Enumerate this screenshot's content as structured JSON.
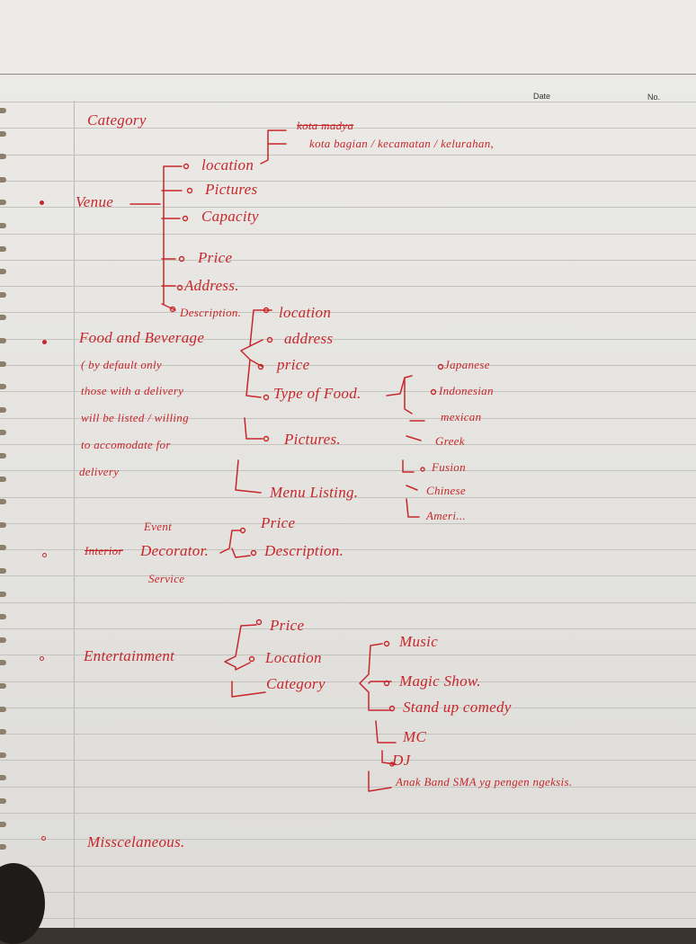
{
  "header": {
    "date_label": "Date",
    "no_label": "No."
  },
  "colors": {
    "ink": "#c8262b",
    "paper": "#e8e7e3",
    "rule": "#c4c2bd"
  },
  "notes": {
    "title": "Category",
    "venue": {
      "label": "Venue",
      "items": [
        "location",
        "Pictures",
        "Capacity",
        "Price",
        "Address.",
        "Description."
      ],
      "location_crossed": "kota madya",
      "location_detail": "kota bagian / kecamatan / kelurahan,"
    },
    "food": {
      "label": "Food and Beverage",
      "note_lines": [
        "( by default only",
        "those with a delivery",
        "will be listed / willing",
        "to accomodate for",
        "delivery"
      ],
      "items": [
        "location",
        "address",
        "price",
        "Type of Food.",
        "Pictures.",
        "Menu Listing."
      ],
      "food_types": [
        "Japanese",
        "Indonesian",
        "mexican",
        "Greek",
        "Fusion",
        "Chinese",
        "Ameri..."
      ]
    },
    "decorator": {
      "crossed": "Interior",
      "label": "Decorator.",
      "above": "Event",
      "below": "Service",
      "items": [
        "Price",
        "Description."
      ]
    },
    "entertainment": {
      "label": "Entertainment",
      "items": [
        "Price",
        "Location",
        "Category"
      ],
      "categories": [
        "Music",
        "Magic Show.",
        "Stand up comedy",
        "MC",
        "DJ",
        "Anak Band SMA yg pengen ngeksis."
      ]
    },
    "misc": {
      "label": "Misscelaneous."
    }
  }
}
